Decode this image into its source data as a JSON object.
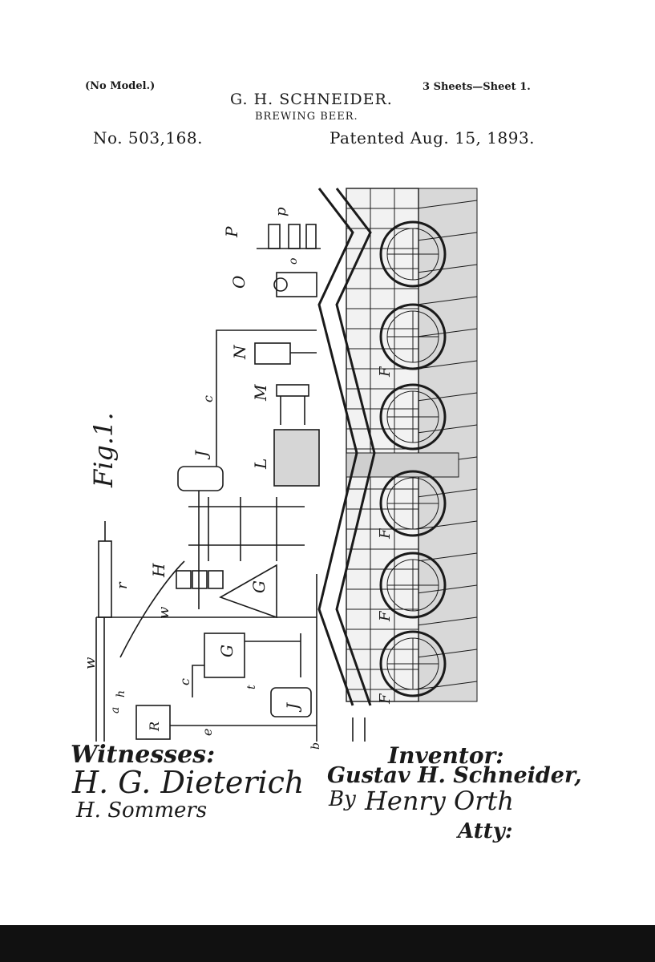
{
  "header": {
    "no_model": "(No Model.)",
    "inventor_name": "G. H. SCHNEIDER.",
    "title": "BREWING BEER.",
    "sheets": "3 Sheets—Sheet 1.",
    "patent_number": "No. 503,168.",
    "patented_date": "Patented Aug. 15, 1893."
  },
  "figure": {
    "label": "Fig.1.",
    "part_labels": [
      "P",
      "p",
      "O",
      "o",
      "N",
      "M",
      "L",
      "J",
      "H",
      "G",
      "G",
      "J",
      "R",
      "F",
      "F",
      "F",
      "F",
      "w",
      "w",
      "r",
      "c",
      "e",
      "h",
      "a",
      "b",
      "c",
      "t"
    ]
  },
  "signatures": {
    "witnesses_label": "Witnesses:",
    "witness_1": "H. G. Dieterich",
    "witness_2": "H. Sommers",
    "inventor_label": "Inventor:",
    "inventor": "Gustav H. Schneider,",
    "by": "By",
    "attorney": "Henry Orth",
    "atty": "Atty:"
  }
}
